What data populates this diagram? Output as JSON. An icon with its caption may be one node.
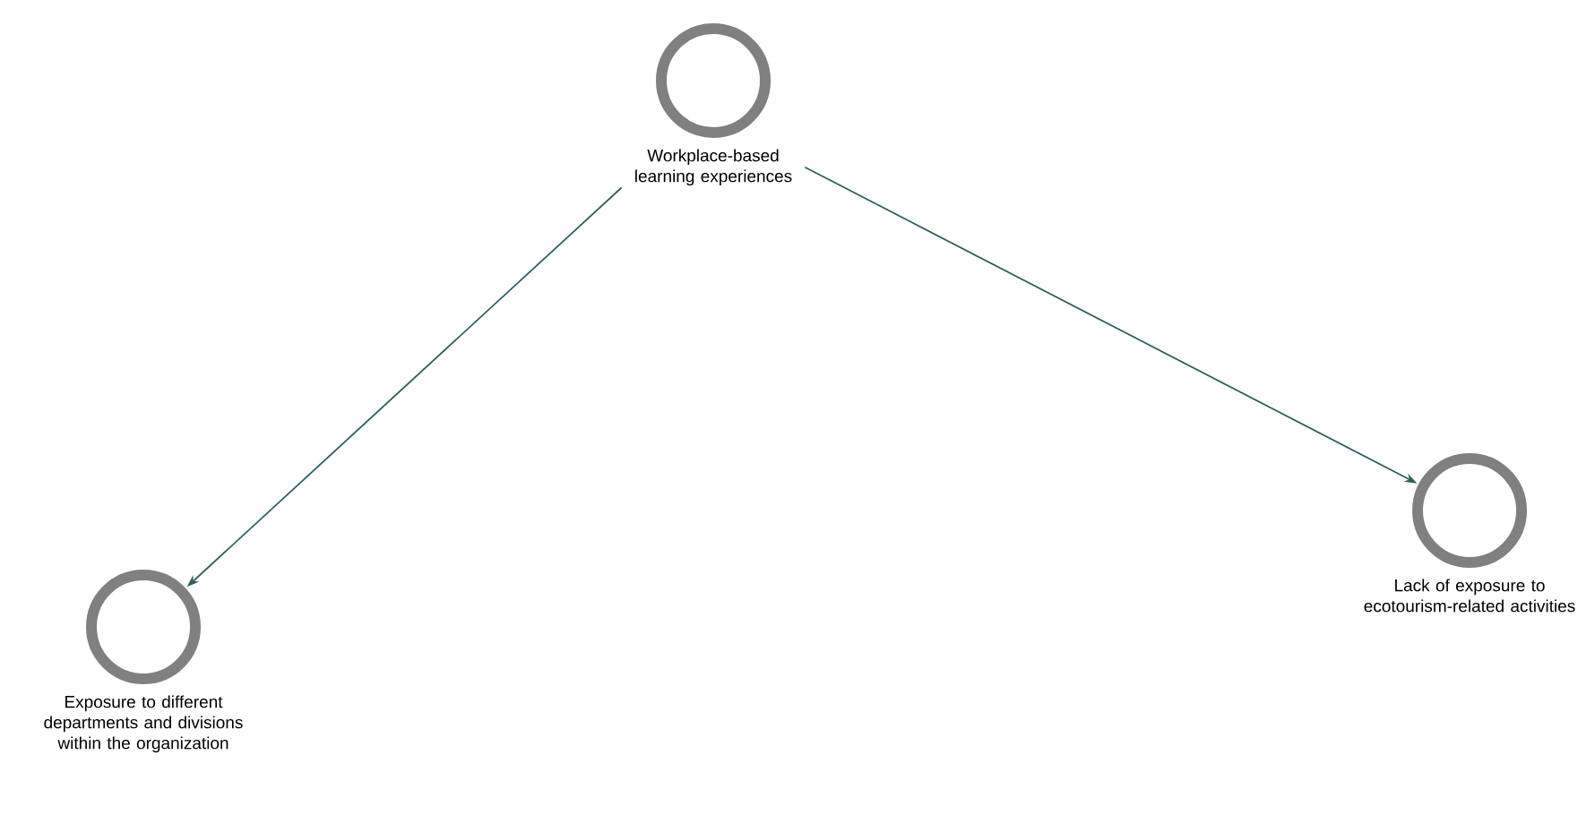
{
  "diagram": {
    "nodes": [
      {
        "text": [
          "Workplace-based learning experiences"
        ]
      },
      {
        "text": [
          "Exposure to different departments and divisions within the organization"
        ]
      },
      {
        "text": [
          "Lack of exposure to ecotourism-related activities"
        ]
      }
    ],
    "edges": [
      {
        "from": 0,
        "to": 1,
        "arrow": "to"
      },
      {
        "from": 0,
        "to": 2,
        "arrow": "to"
      }
    ]
  }
}
